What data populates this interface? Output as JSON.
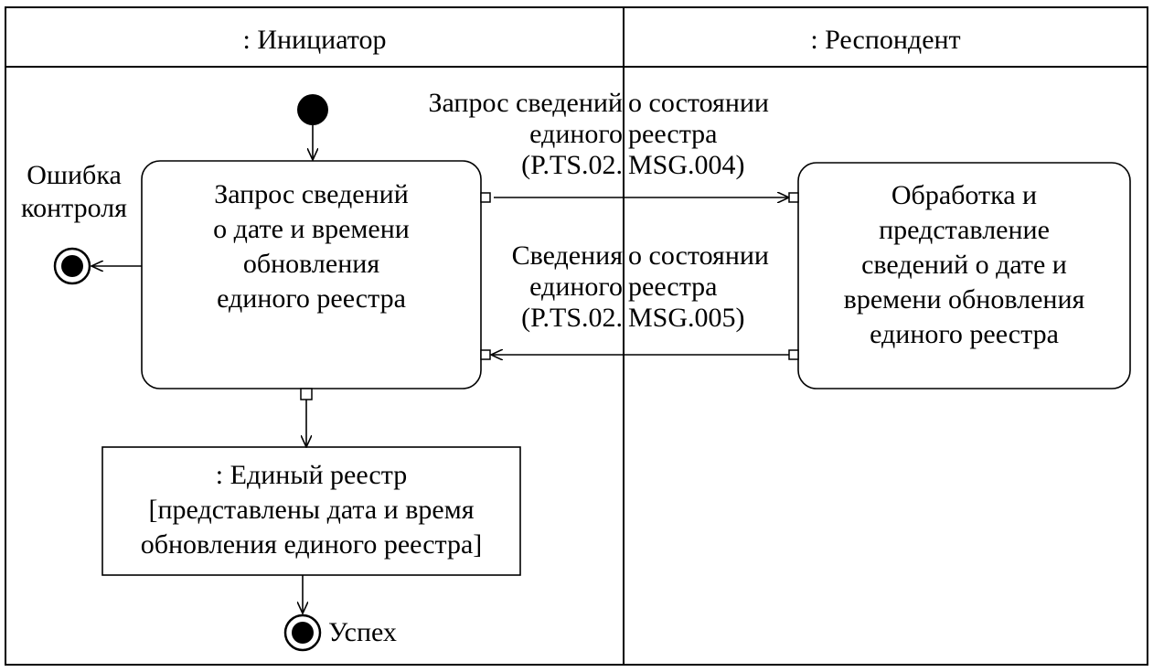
{
  "lanes": {
    "initiator": ": Инициатор",
    "respondent": ": Респондент"
  },
  "nodes": {
    "request_action": "Запрос сведений\nо дате и времени\nобновления\nединого реестра",
    "process_action": "Обработка и\nпредставление\nсведений о дате и\nвремени обновления\nединого реестра",
    "object_node": ": Единый реестр\n[представлены дата и время\nобновления единого реестра]",
    "error_label": "Ошибка\nконтроля",
    "success_label": "Успех"
  },
  "messages": {
    "request": {
      "left": "Запрос сведений\nединого\n(P.TS.02.",
      "right": "о состоянии\nреестра\nMSG.004)"
    },
    "response": {
      "left": "Сведения\nединого\n(P.TS.02.",
      "right": "о состоянии\nреестра\nMSG.005)"
    }
  }
}
